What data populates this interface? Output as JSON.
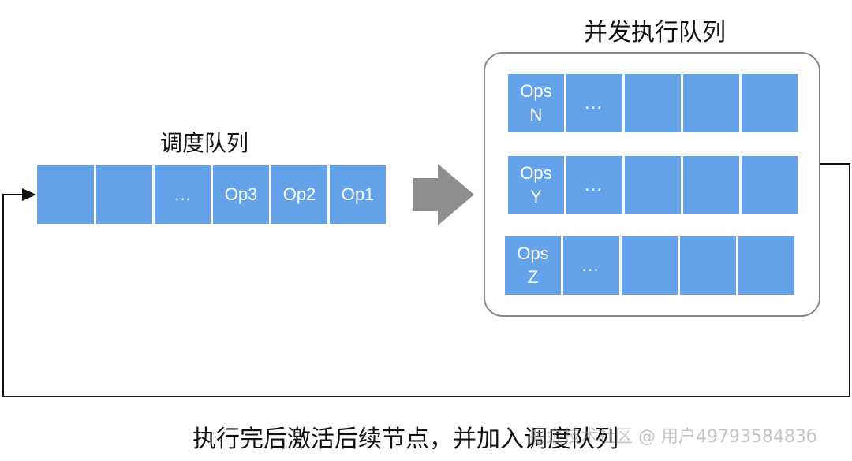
{
  "schedule_queue": {
    "title": "调度队列",
    "cells": [
      "",
      "",
      "…",
      "Op3",
      "Op2",
      "Op1"
    ]
  },
  "concurrent_queue": {
    "title": "并发执行队列",
    "rows": [
      {
        "head": [
          "Ops",
          "N"
        ],
        "dots": "…"
      },
      {
        "head": [
          "Ops",
          "Y"
        ],
        "dots": "…"
      },
      {
        "head": [
          "Ops",
          "Z"
        ],
        "dots": "…"
      }
    ]
  },
  "feedback_label": "执行完后激活后续节点，并加入调度队列",
  "watermark": "掘金技术社区 @ 用户4979358483б",
  "colors": {
    "cell_fill": "#64a3ea",
    "arrow_gray": "#8e8e8e",
    "container_border": "#8a8a8a",
    "line": "#111111"
  }
}
